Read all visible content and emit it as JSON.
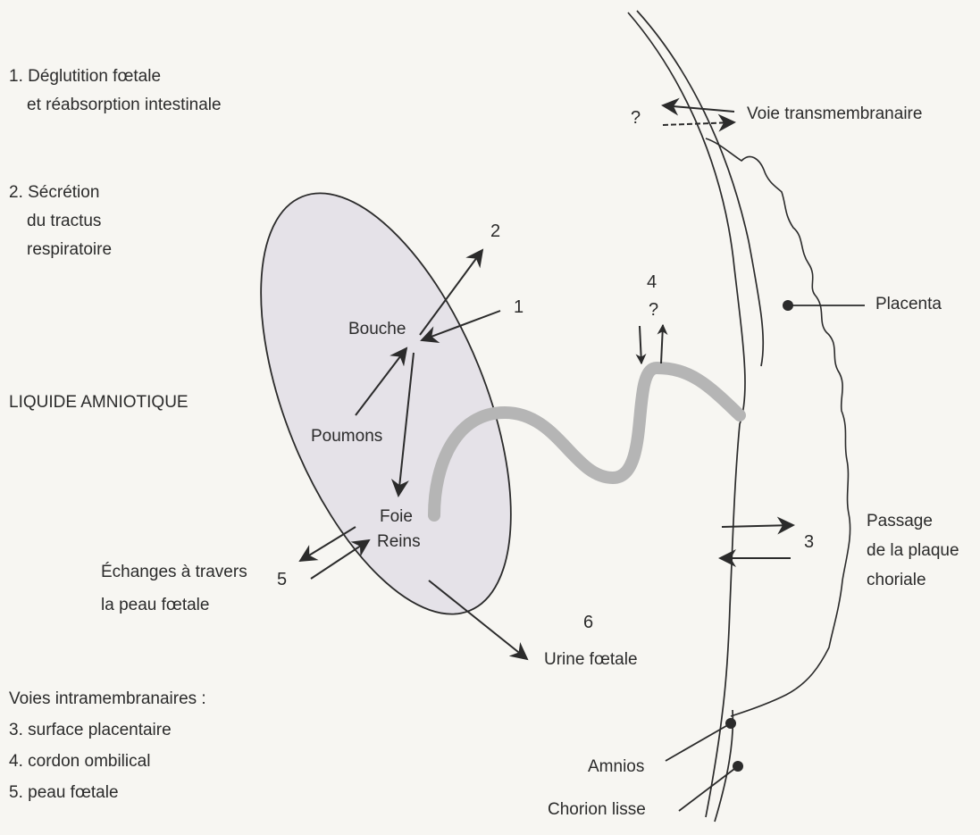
{
  "left_notes": {
    "note1_line1": "1. Déglutition fœtale",
    "note1_line2": "et réabsorption intestinale",
    "note2_line1": "2. Sécrétion",
    "note2_line2": "du tractus",
    "note2_line3": "respiratoire"
  },
  "region_label": "LIQUIDE AMNIOTIQUE",
  "fetus": {
    "bouche": "Bouche",
    "poumons": "Poumons",
    "foie": "Foie",
    "reins": "Reins"
  },
  "numbers": {
    "n1": "1",
    "n2": "2",
    "n3": "3",
    "n4": "4",
    "n5": "5",
    "n6": "6",
    "q_top": "?",
    "q_cord": "?"
  },
  "right_labels": {
    "voie_transmembranaire": "Voie transmembranaire",
    "placenta": "Placenta",
    "passage_line1": "Passage",
    "passage_line2": "de la plaque",
    "passage_line3": "choriale",
    "amnios": "Amnios",
    "chorion": "Chorion lisse"
  },
  "skin_exchange": {
    "line1": "Échanges à travers",
    "line2": "la peau fœtale"
  },
  "urine": "Urine fœtale",
  "legend": {
    "title": "Voies intramembranaires :",
    "item3": "3. surface placentaire",
    "item4": "4. cordon ombilical",
    "item5": "5. peau fœtale"
  },
  "colors": {
    "ink": "#2b2b2b",
    "fetus_fill": "#e5e2e8",
    "cord": "#b5b5b5",
    "paper": "#f7f6f2"
  }
}
